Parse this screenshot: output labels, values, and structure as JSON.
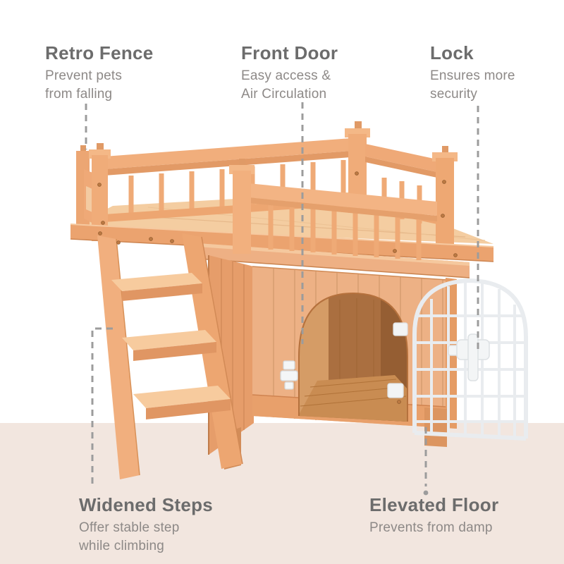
{
  "scene": {
    "description": "Two-story wooden pet house with balcony fence, side ladder, arched doorway and white wire gate, annotated with five feature callouts"
  },
  "colors": {
    "background": "#ffffff",
    "floor_band": "#f2e6df",
    "title_text": "#6c6c6c",
    "body_text": "#8d8987",
    "callout_line": "#9c9c9c",
    "wood_light": "#f4cda1",
    "wood_mid": "#eda973",
    "wood_dark": "#c9834f",
    "interior_shadow": "#955e33",
    "wire_door_white": "#e9ecef"
  },
  "callouts": [
    {
      "id": "retro-fence",
      "title": "Retro Fence",
      "lines": [
        "Prevent pets",
        "from falling"
      ]
    },
    {
      "id": "front-door",
      "title": "Front Door",
      "lines": [
        "Easy access &",
        "Air Circulation"
      ]
    },
    {
      "id": "lock",
      "title": "Lock",
      "lines": [
        "Ensures more",
        "security"
      ]
    },
    {
      "id": "widened-steps",
      "title": "Widened Steps",
      "lines": [
        "Offer stable step",
        "while climbing"
      ]
    },
    {
      "id": "elevated-floor",
      "title": "Elevated Floor",
      "lines": [
        "Prevents from damp"
      ]
    }
  ]
}
